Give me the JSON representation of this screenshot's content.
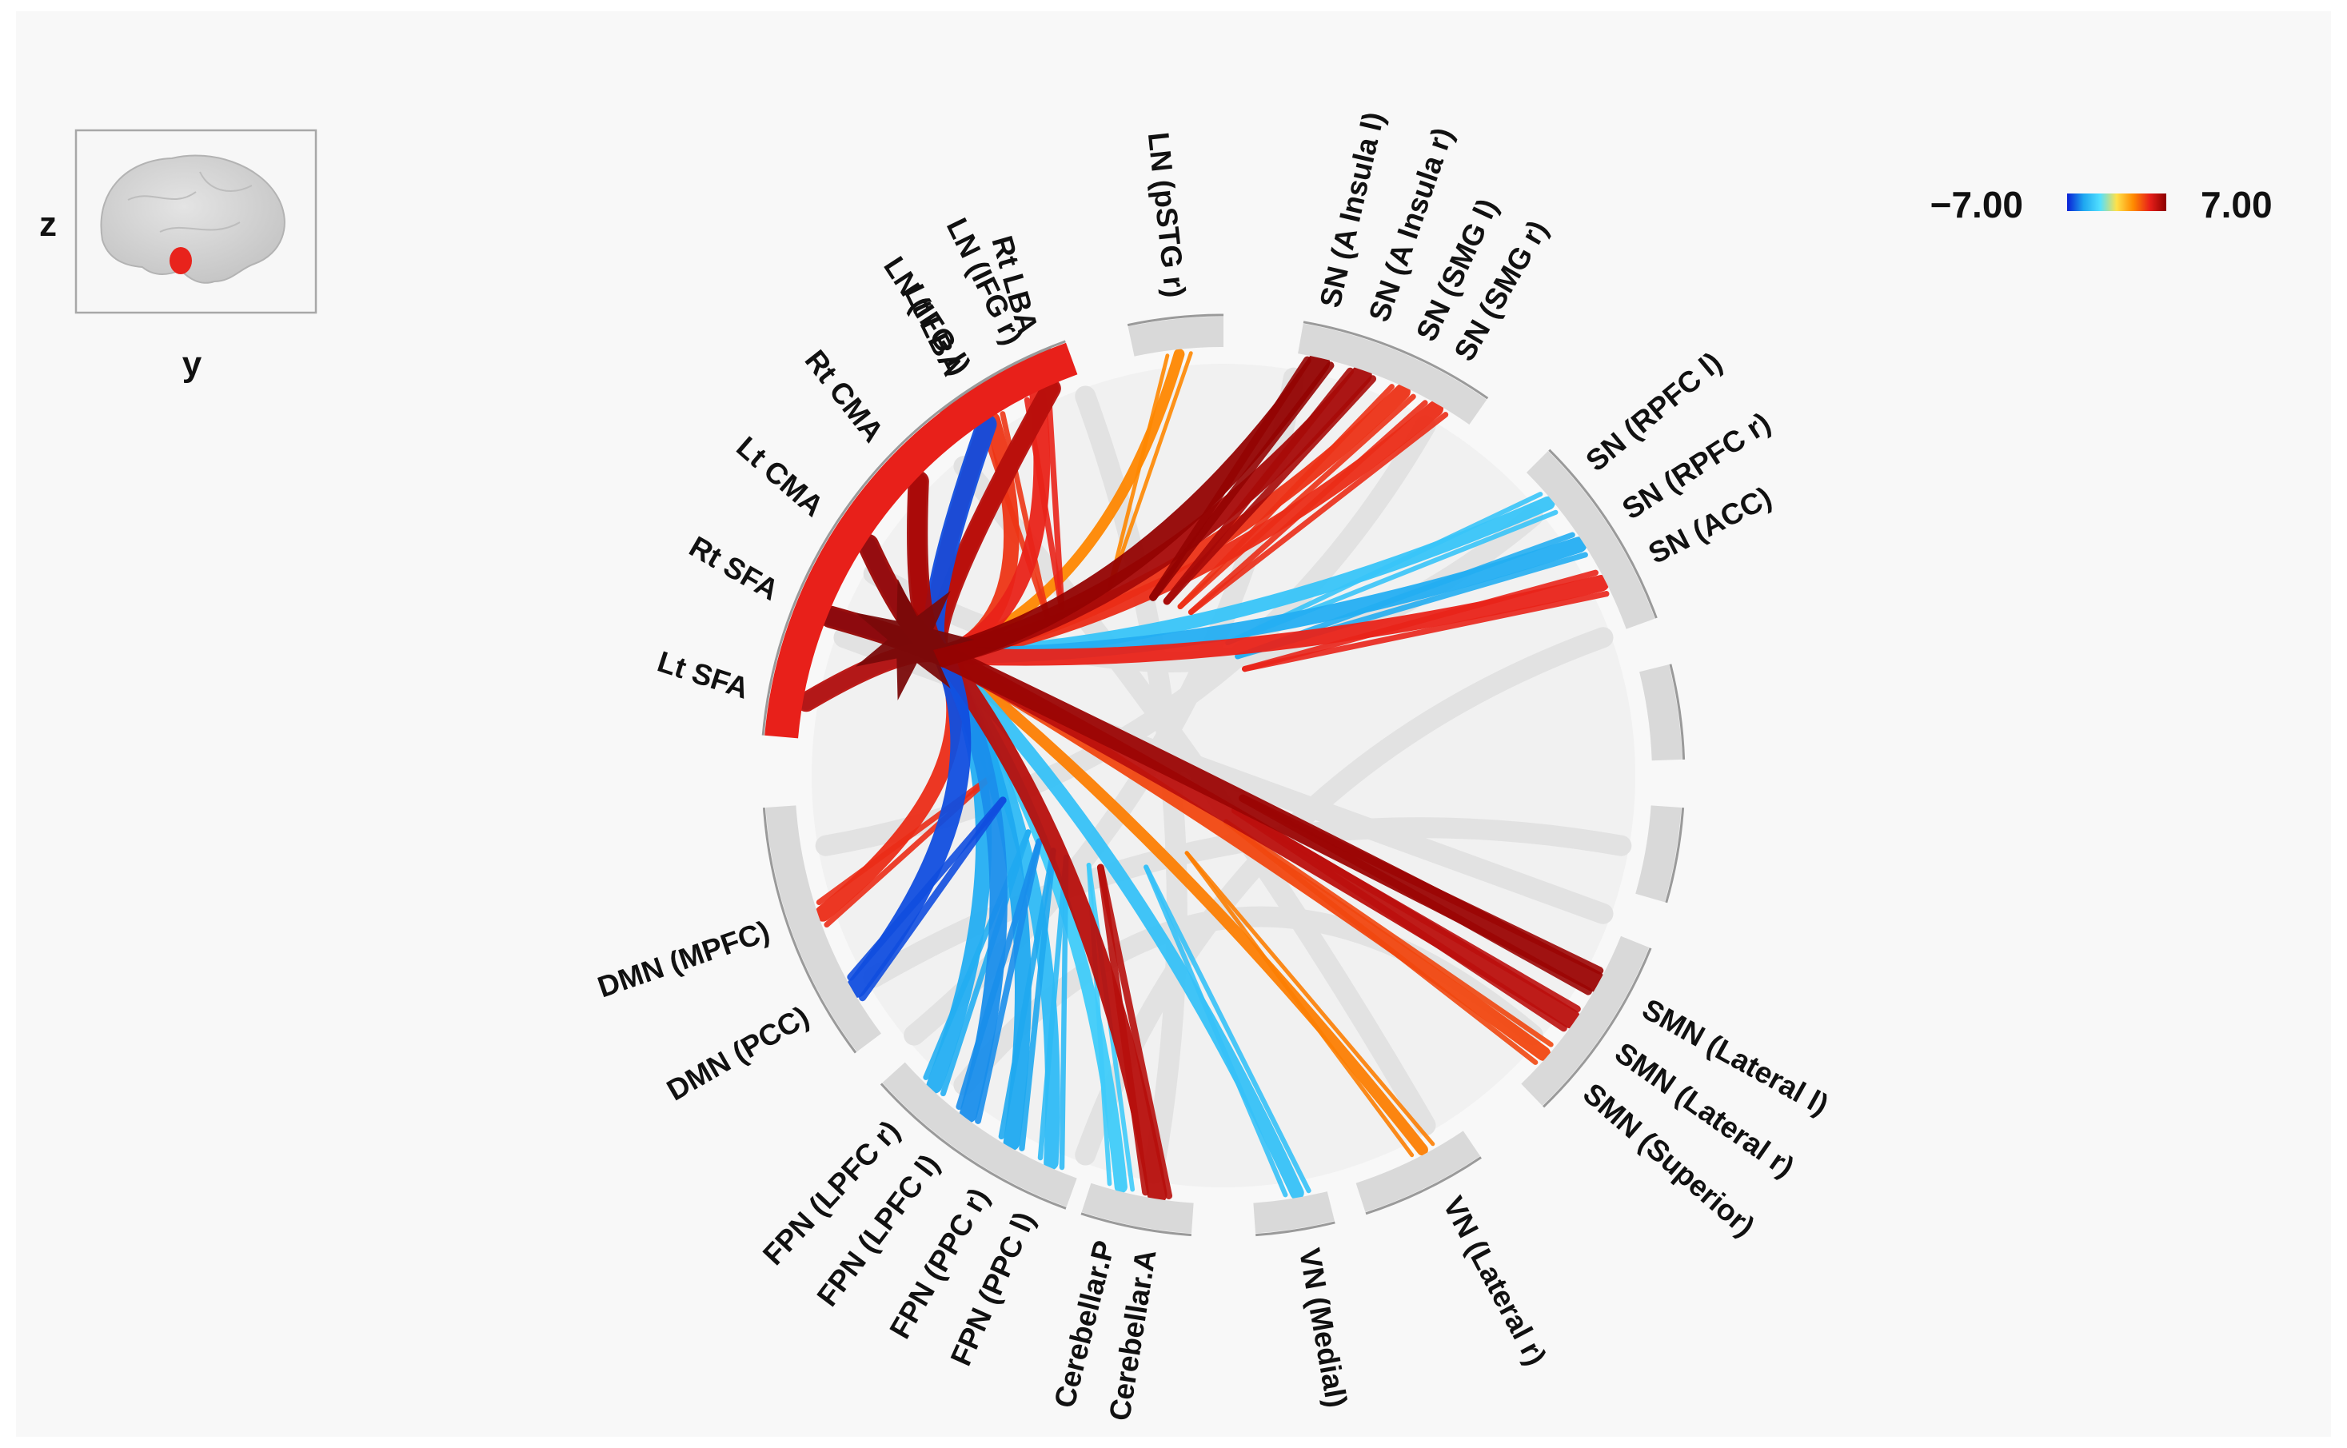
{
  "inset": {
    "axis_vertical": "z",
    "axis_horizontal": "y",
    "seed_color": "#e8231c"
  },
  "colorbar": {
    "min_label": "−7.00",
    "max_label": "7.00",
    "min": -7.0,
    "max": 7.0,
    "colors": [
      "#0a1fd6",
      "#1ea7f0",
      "#52e0ff",
      "#ffe14a",
      "#ff8a00",
      "#e8201a",
      "#8b0000"
    ]
  },
  "seed_regions": [
    "Rt LBA",
    "Lt  LBA",
    "Rt CMA",
    "Lt CMA",
    "Rt SFA",
    "Lt SFA"
  ],
  "seed_color": "#e8201a",
  "targets": [
    "LN (IFG l)",
    "LN (IFG r)",
    "LN (pSTG r)",
    "SN (A Insula l)",
    "SN (A Insula r)",
    "SN (SMG l)",
    "SN (SMG r)",
    "SN (RPFC l)",
    "SN (RPFC r)",
    "SN (ACC)",
    "SMN (Lateral l)",
    "SMN (Lateral r)",
    "SMN (Superior)",
    "VN (Lateral r)",
    "VN (Medial)",
    "Cerebellar.A",
    "Cerebellar.P",
    "FPN (PPC l)",
    "FPN (PPC r)",
    "FPN (LPFC l)",
    "FPN (LPFC r)",
    "DMN (PCC)",
    "DMN (MPFC)"
  ],
  "connections": [
    {
      "target": "LN (IFG l)",
      "t": 4.2
    },
    {
      "target": "LN (IFG r)",
      "t": 4.6
    },
    {
      "target": "LN (pSTG r)",
      "t": 2.4
    },
    {
      "target": "SN (A Insula l)",
      "t": 6.8
    },
    {
      "target": "SN (A Insula r)",
      "t": 6.3
    },
    {
      "target": "SN (SMG l)",
      "t": 4.3
    },
    {
      "target": "SN (SMG r)",
      "t": 4.4
    },
    {
      "target": "SN (RPFC l)",
      "t": -3.5
    },
    {
      "target": "SN (RPFC r)",
      "t": -4.4
    },
    {
      "target": "SN (ACC)",
      "t": 4.6
    },
    {
      "target": "SMN (Lateral l)",
      "t": 6.6
    },
    {
      "target": "SMN (Lateral r)",
      "t": 5.8
    },
    {
      "target": "SMN (Superior)",
      "t": 3.8
    },
    {
      "target": "VN (Lateral r)",
      "t": 2.6
    },
    {
      "target": "VN (Medial)",
      "t": -3.6
    },
    {
      "target": "Cerebellar.A",
      "t": 5.9
    },
    {
      "target": "Cerebellar.P",
      "t": -3.2
    },
    {
      "target": "FPN (PPC l)",
      "t": -3.9
    },
    {
      "target": "FPN (PPC r)",
      "t": -4.6
    },
    {
      "target": "FPN (LPFC l)",
      "t": -5.1
    },
    {
      "target": "FPN (LPFC r)",
      "t": -4.4
    },
    {
      "target": "DMN (PCC)",
      "t": -6.2
    },
    {
      "target": "DMN (MPFC)",
      "t": 4.4
    }
  ]
}
